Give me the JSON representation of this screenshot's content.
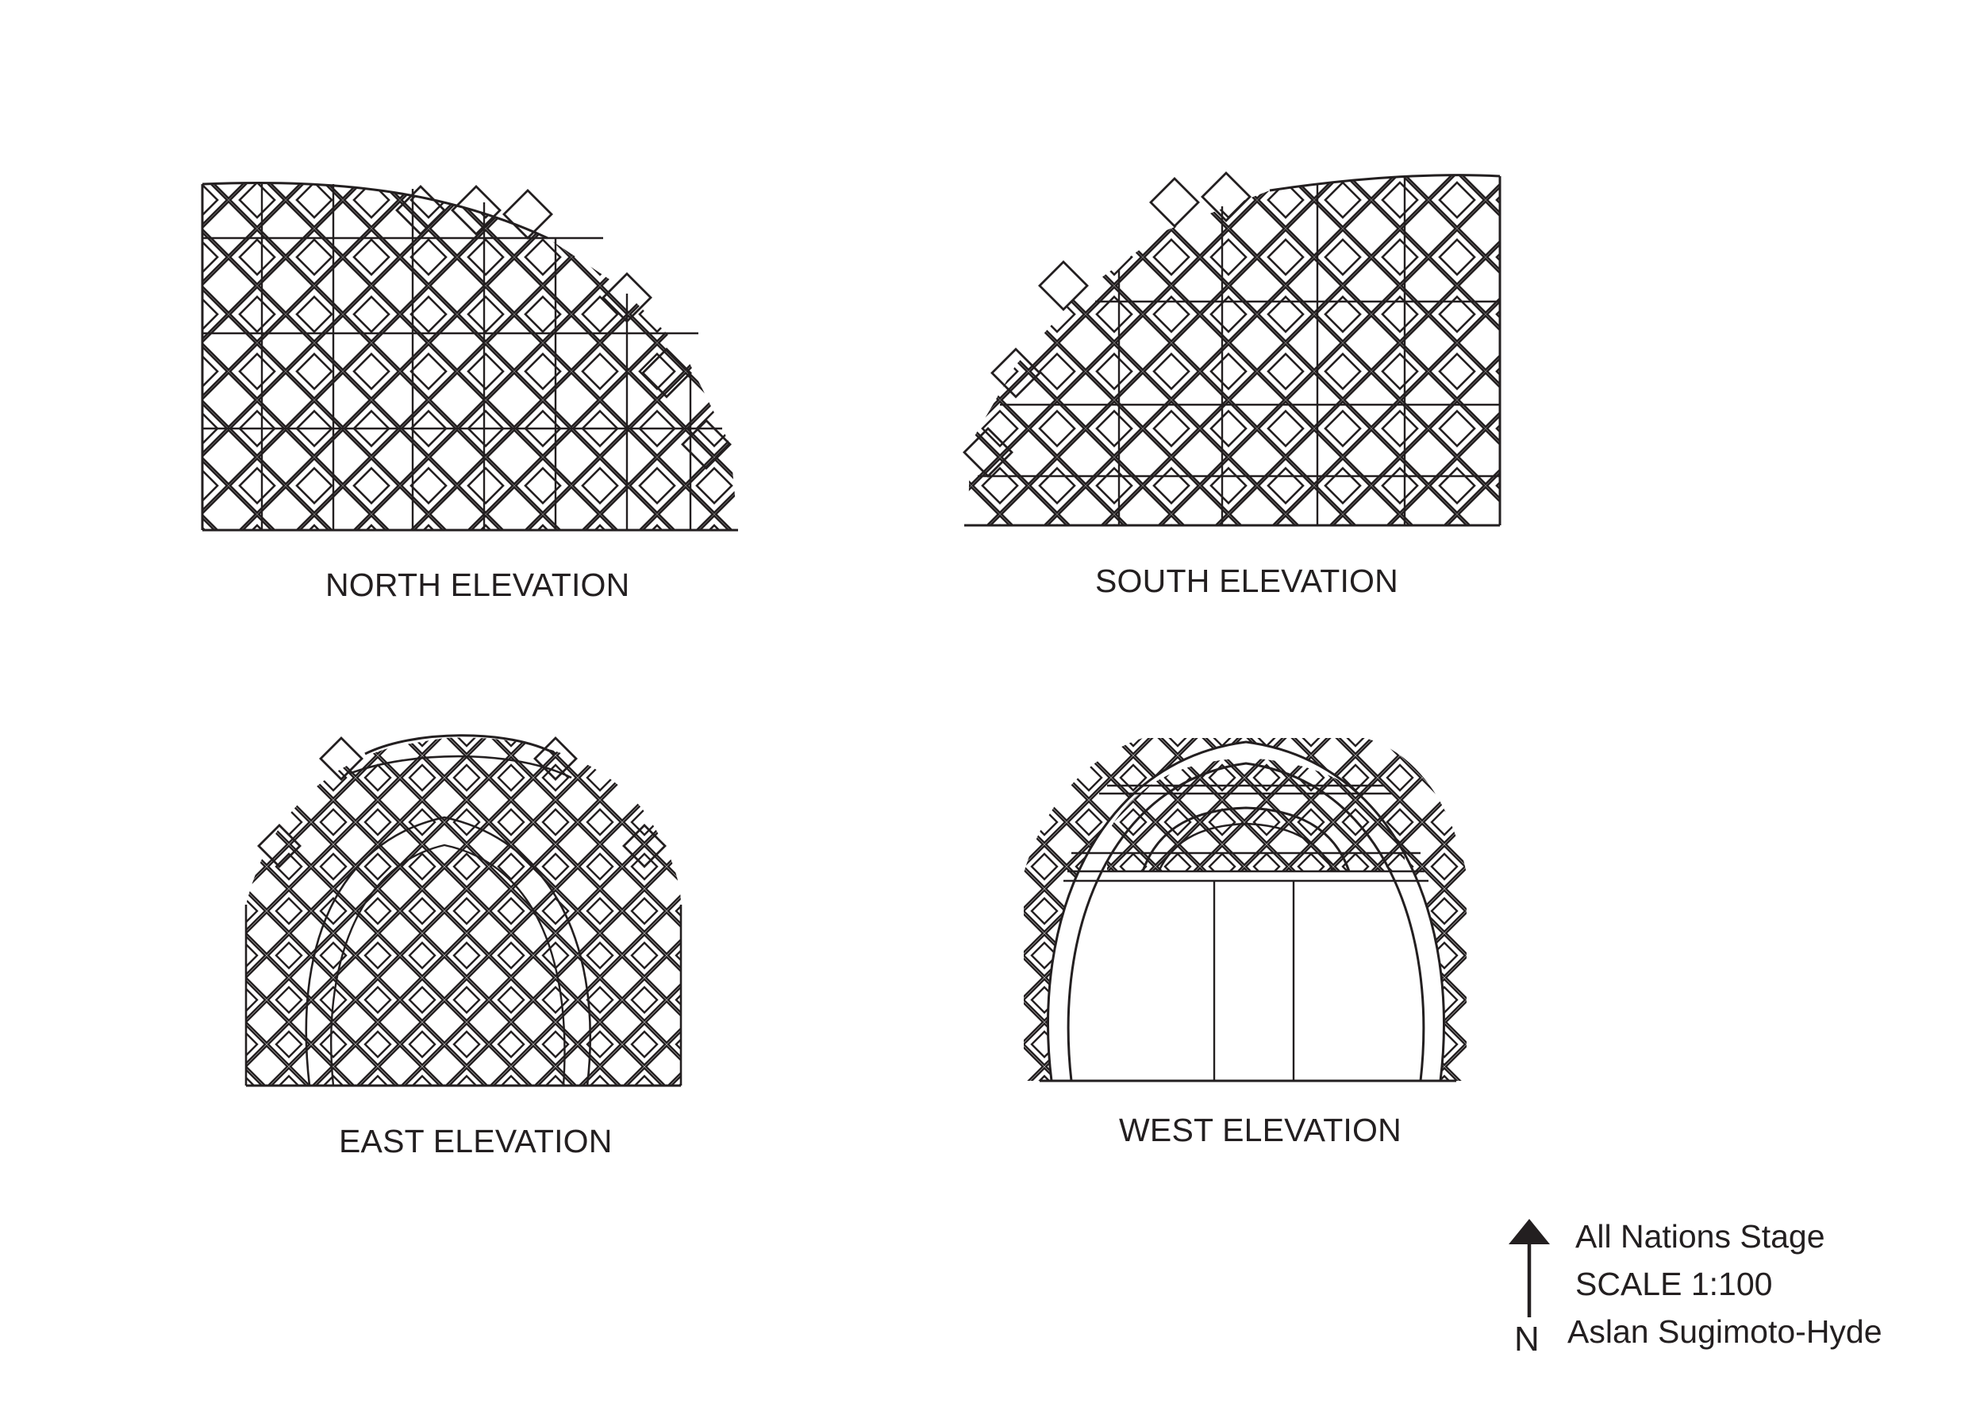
{
  "captions": {
    "north": "NORTH ELEVATION",
    "south": "SOUTH ELEVATION",
    "east": "EAST ELEVATION",
    "west": "WEST ELEVATION"
  },
  "legend": {
    "project": "All Nations Stage",
    "scale": "SCALE 1:100",
    "author": "Aslan Sugimoto-Hyde",
    "north_letter": "N"
  },
  "colors": {
    "ink": "#231f20",
    "paper": "#ffffff"
  }
}
